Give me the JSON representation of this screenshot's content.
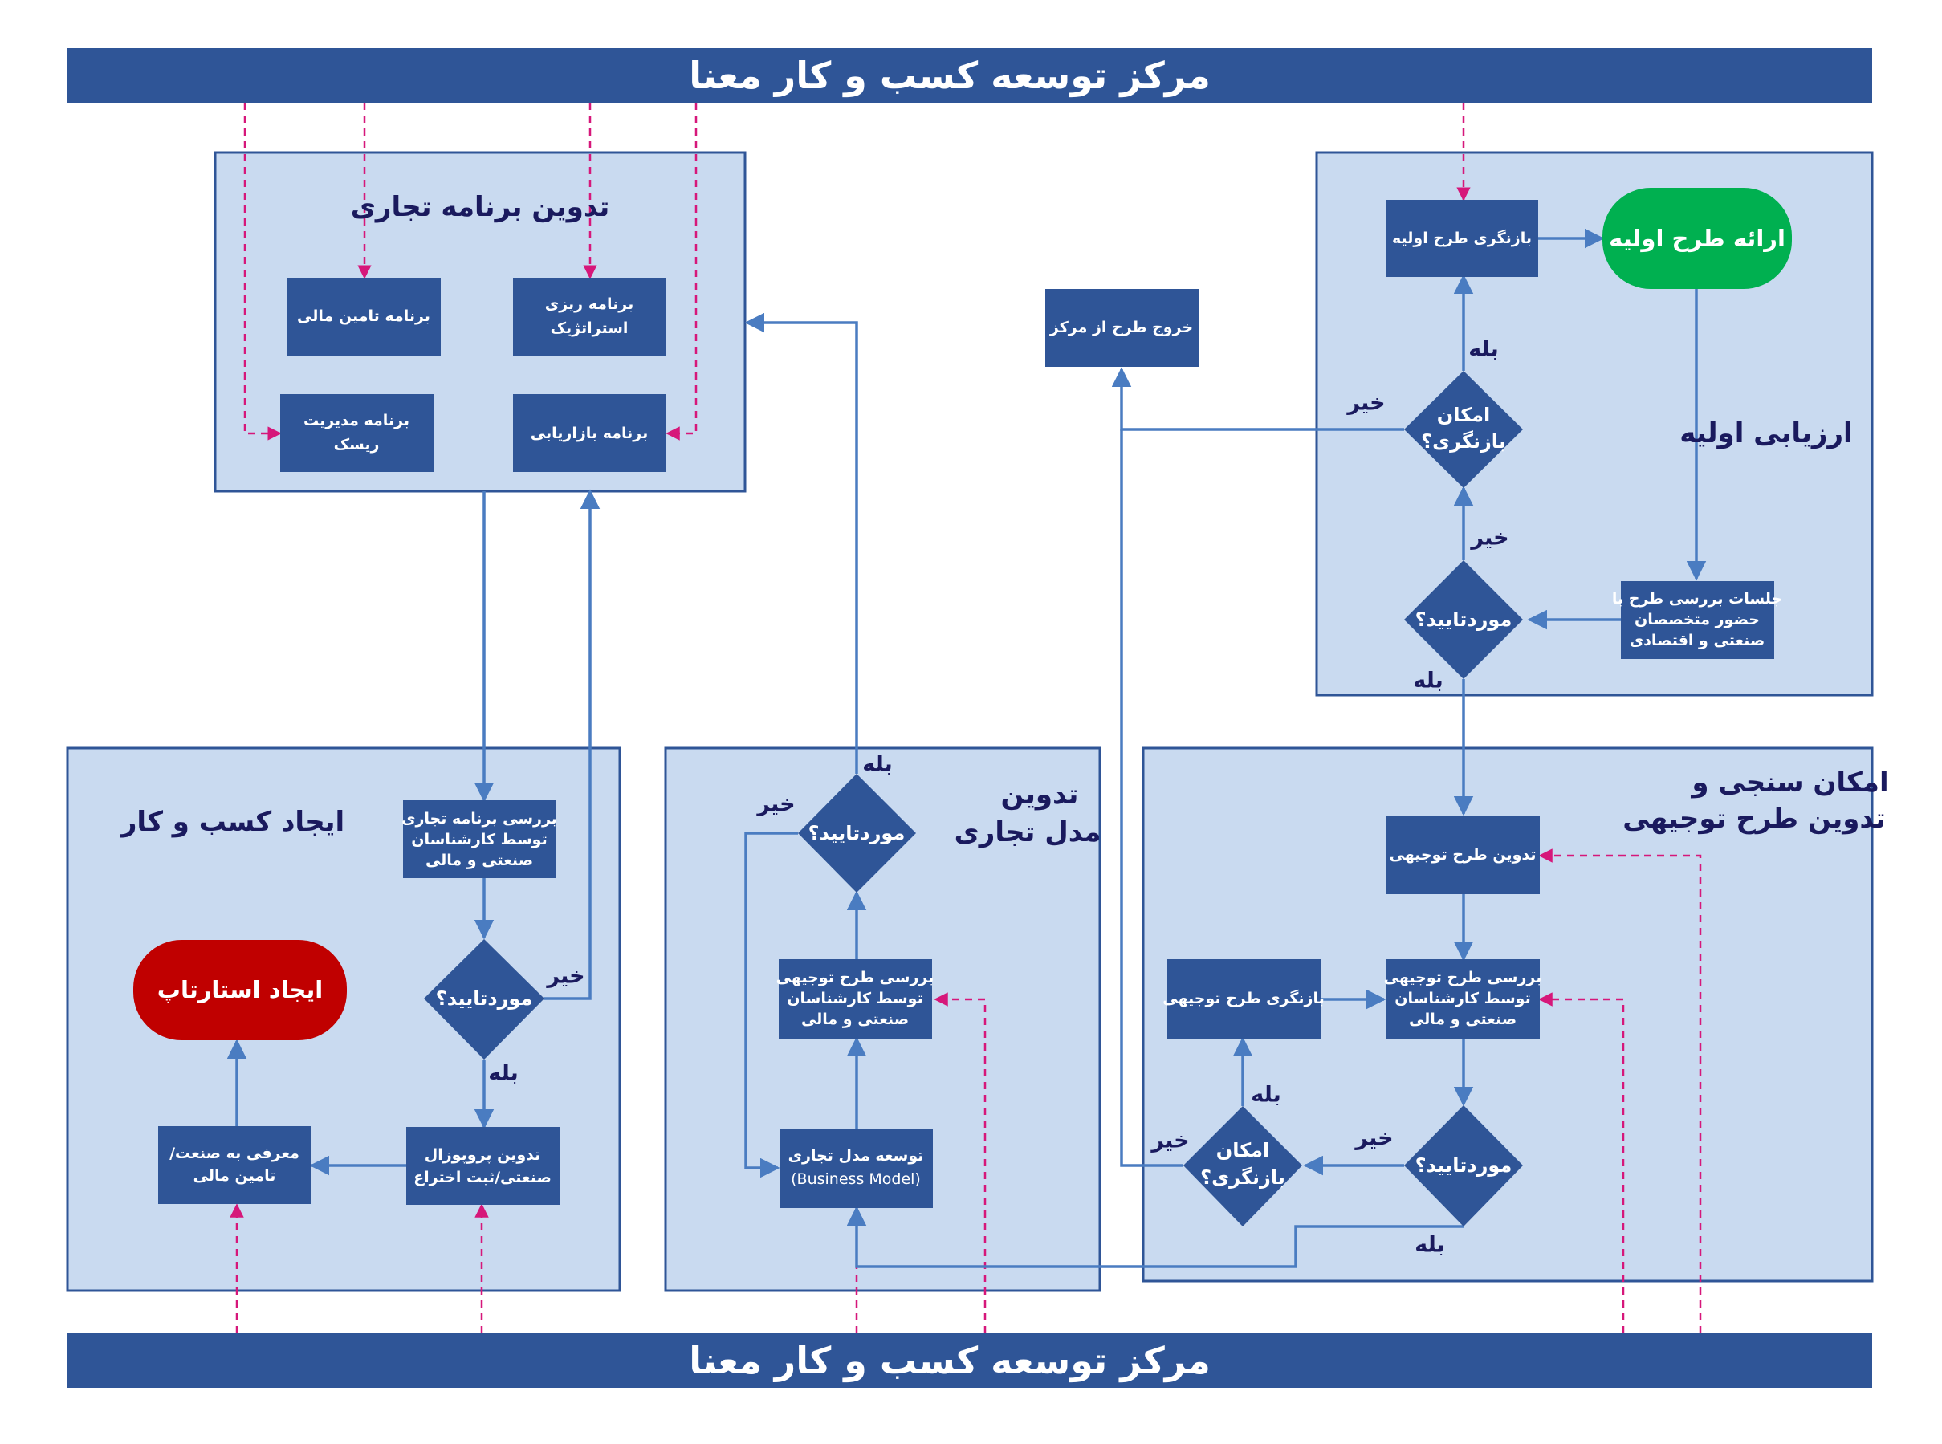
{
  "header_bar": {
    "label": "مرکز توسعه کسب و کار معنا"
  },
  "footer_bar": {
    "label": "مرکز توسعه کسب و کار معنا"
  },
  "panels": {
    "business_plan": {
      "title": "تدوین برنامه تجاری",
      "boxes": {
        "financing": "برنامه تامین مالی",
        "strategic_1": "برنامه ریزی",
        "strategic_2": "استراتژیک",
        "risk_1": "برنامه مدیریت",
        "risk_2": "ریسک",
        "marketing": "برنامه بازاریابی"
      }
    },
    "initial_eval": {
      "title": "ارزیابی اولیه",
      "start": "ارائه طرح اولیه",
      "revise_initial": "بازنگری طرح اولیه",
      "sessions_1": "جلسات بررسی طرح با",
      "sessions_2": "حضور متخصصان",
      "sessions_3": "صنعتی و اقتصادی",
      "diamond_approved": "موردتایید؟",
      "diamond_revise_1": "امکان",
      "diamond_revise_2": "بازنگری؟",
      "yes": "بله",
      "no": "خیر"
    },
    "exit": {
      "label": "خروج طرح از مرکز"
    },
    "business_create": {
      "title": "ایجاد کسب و کار",
      "review_1": "بررسی برنامه تجاری",
      "review_2": "توسط کارشناسان",
      "review_3": "صنعتی و مالی",
      "diamond": "موردتایید؟",
      "startup": "ایجاد استارتاپ",
      "proposal_1": "تدوین پروپوزال",
      "proposal_2": "صنعتی/ثبت اختراع",
      "intro_1": "معرفی به صنعت/",
      "intro_2": "تامین مالی",
      "yes": "بله",
      "no": "خیر"
    },
    "business_model": {
      "title_1": "تدوین",
      "title_2": "مدل تجاری",
      "diamond": "موردتایید؟",
      "review_1": "بررسی طرح توجیهی",
      "review_2": "توسط کارشناسان",
      "review_3": "صنعتی و مالی",
      "develop_1": "توسعه مدل تجاری",
      "develop_2": "(Business Model)",
      "yes": "بله",
      "no": "خیر"
    },
    "feasibility": {
      "title_1": "امکان سنجی و",
      "title_2": "تدوین طرح توجیهی",
      "draft": "تدوین طرح توجیهی",
      "review_1": "بررسی طرح توجیهی",
      "review_2": "توسط کارشناسان",
      "review_3": "صنعتی و مالی",
      "revise": "بازنگری طرح توجیهی",
      "diamond_approved": "موردتایید؟",
      "diamond_revise_1": "امکان",
      "diamond_revise_2": "بازنگری؟",
      "yes_1": "بله",
      "yes_2": "بله",
      "no_1": "خیر",
      "no_2": "خیر"
    }
  },
  "colors": {
    "panel_fill": "#c9daf0",
    "box_fill": "#2f5597",
    "start_green": "#00b050",
    "startup_red": "#c00000",
    "arrow_blue": "#4a7cc1",
    "dashed_magenta": "#d6177a"
  }
}
